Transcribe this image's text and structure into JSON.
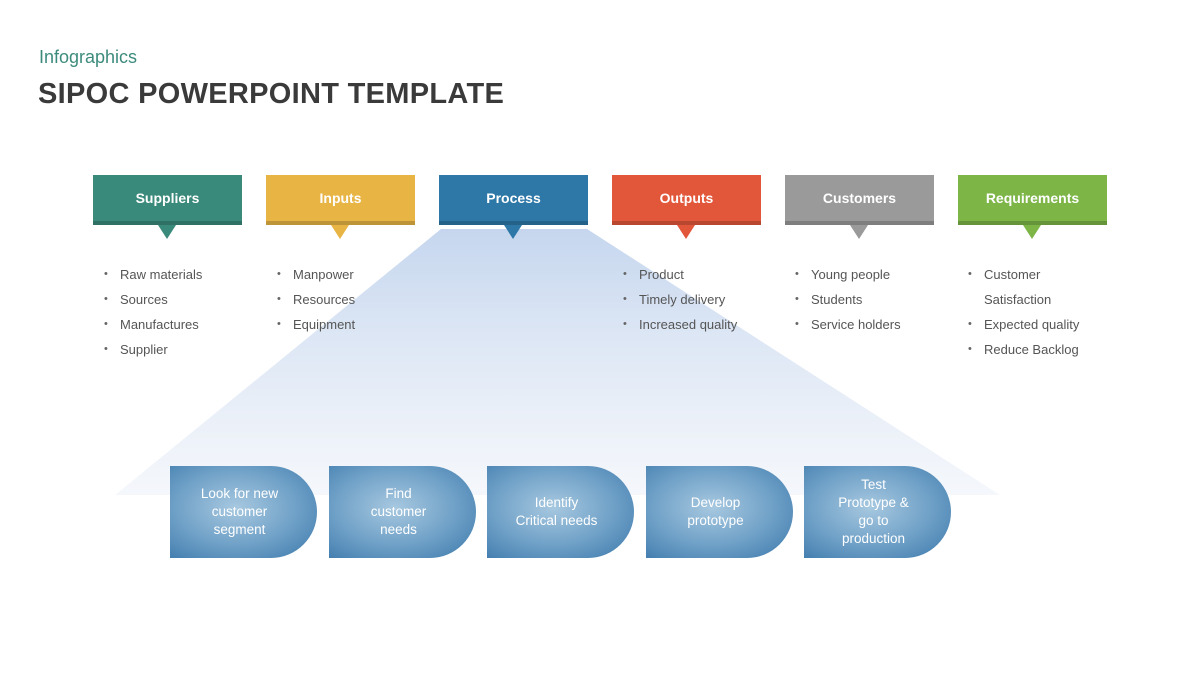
{
  "header": {
    "subtitle": "Infographics",
    "title": "SIPOC POWERPOINT TEMPLATE"
  },
  "categories": [
    {
      "label": "Suppliers",
      "color": "#3a8a7b",
      "items": [
        "Raw materials",
        "Sources",
        "Manufactures",
        "Supplier"
      ]
    },
    {
      "label": "Inputs",
      "color": "#e8b545",
      "items": [
        "Manpower",
        "Resources",
        "Equipment"
      ]
    },
    {
      "label": "Process",
      "color": "#2e78a8",
      "items": []
    },
    {
      "label": "Outputs",
      "color": "#e2563a",
      "items": [
        "Product",
        "Timely delivery",
        "Increased quality"
      ]
    },
    {
      "label": "Customers",
      "color": "#9a9a9a",
      "items": [
        "Young people",
        "Students",
        "Service holders"
      ]
    },
    {
      "label": "Requirements",
      "color": "#7db547",
      "items": [
        "Customer",
        "Satisfaction",
        "Expected quality",
        "Reduce Backlog"
      ]
    }
  ],
  "process_steps": [
    "Look for new\ncustomer\nsegment",
    "Find\ncustomer\nneeds",
    "Identify\nCritical needs",
    "Develop\nprototype",
    "Test\nPrototype  &\ngo to\nproduction"
  ]
}
